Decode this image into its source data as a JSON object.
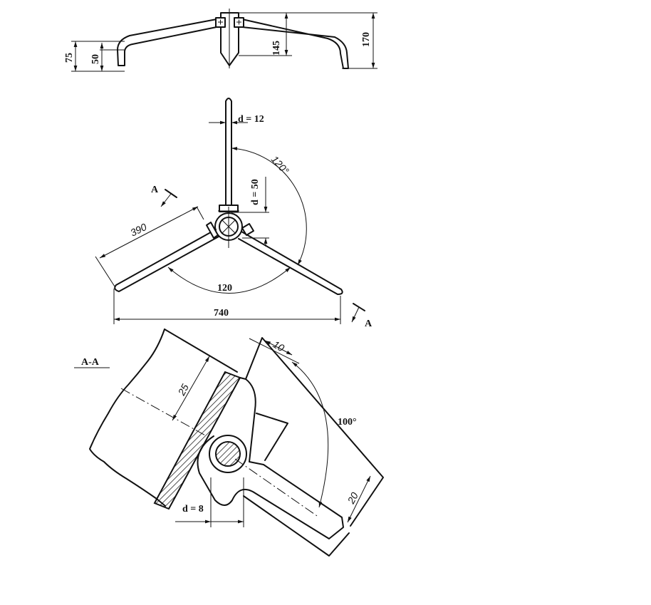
{
  "drawing": {
    "front_view": {
      "dim_75": "75",
      "dim_50": "50",
      "dim_145": "145",
      "dim_170": "170"
    },
    "plan_view": {
      "rod_diameter": "d = 12",
      "hub_offset": "d = 50",
      "angle_top": "120°",
      "arm_length": "390",
      "angle_bottom": "120",
      "overall_width": "740",
      "section_mark_left": "A",
      "section_mark_right": "A"
    },
    "section_view": {
      "title": "A-A",
      "dim_25": "25",
      "dim_10": "10",
      "angle": "100°",
      "dim_20": "20",
      "pin_diameter": "d = 8"
    }
  }
}
